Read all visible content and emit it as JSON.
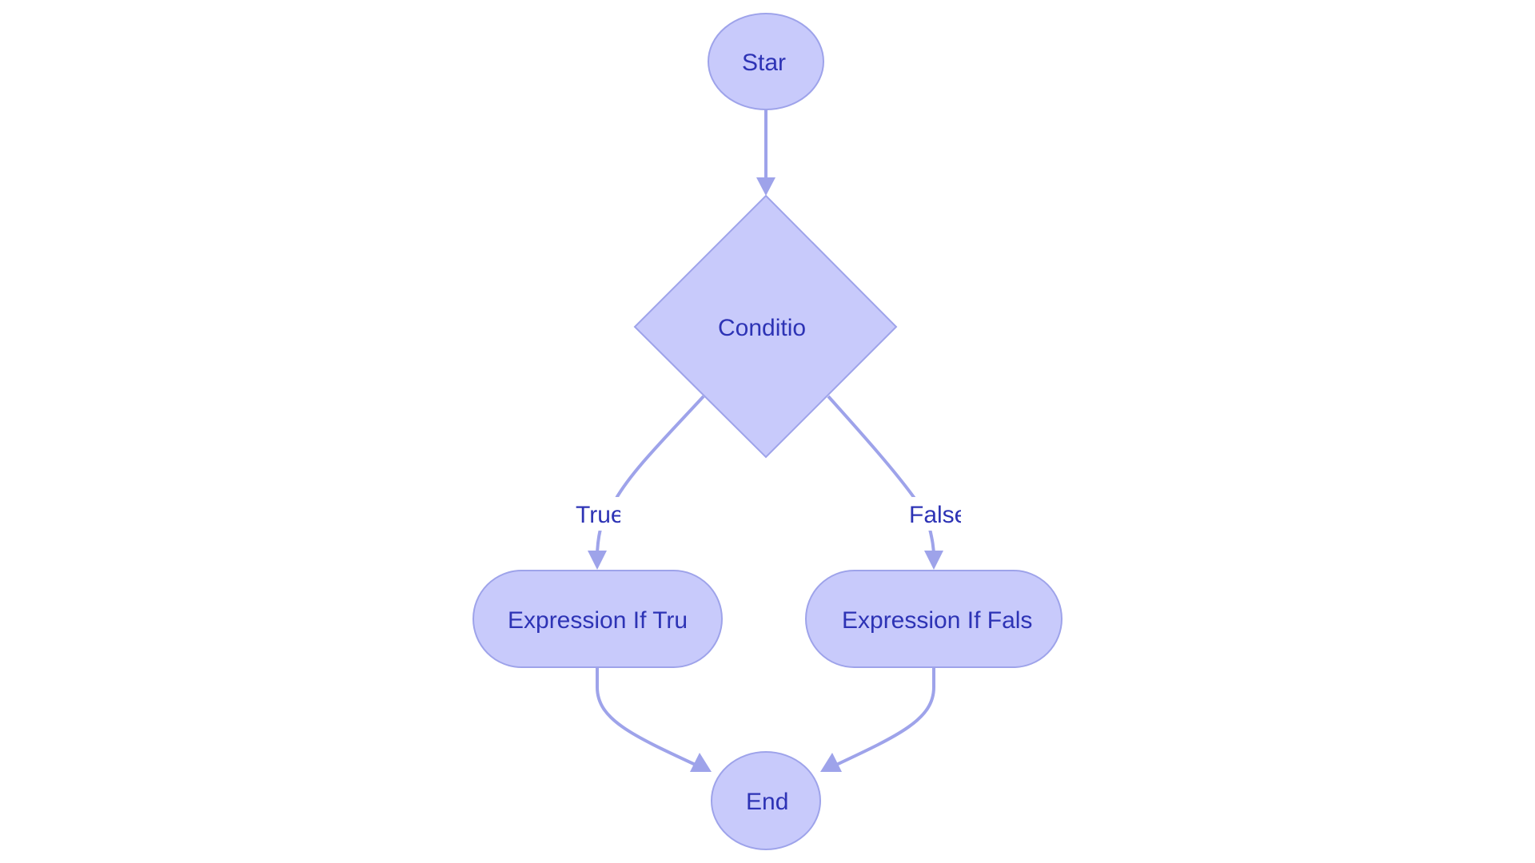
{
  "diagram": {
    "type": "flowchart",
    "colors": {
      "node_fill": "#c8cafb",
      "node_stroke": "#9ea3ea",
      "edge": "#9ea3ea",
      "text": "#2d33b5",
      "background": "#ffffff"
    },
    "nodes": {
      "start": {
        "label": "Star",
        "shape": "circle"
      },
      "condition": {
        "label": "Conditio",
        "shape": "diamond"
      },
      "if_true": {
        "label": "Expression If Tru",
        "shape": "pill"
      },
      "if_false": {
        "label": "Expression If Fals",
        "shape": "pill"
      },
      "end": {
        "label": "End",
        "shape": "circle"
      }
    },
    "edges": [
      {
        "from": "start",
        "to": "condition",
        "label": ""
      },
      {
        "from": "condition",
        "to": "if_true",
        "label": "True"
      },
      {
        "from": "condition",
        "to": "if_false",
        "label": "False"
      },
      {
        "from": "if_true",
        "to": "end",
        "label": ""
      },
      {
        "from": "if_false",
        "to": "end",
        "label": ""
      }
    ],
    "edge_labels": {
      "true": "True",
      "false": "False"
    }
  }
}
